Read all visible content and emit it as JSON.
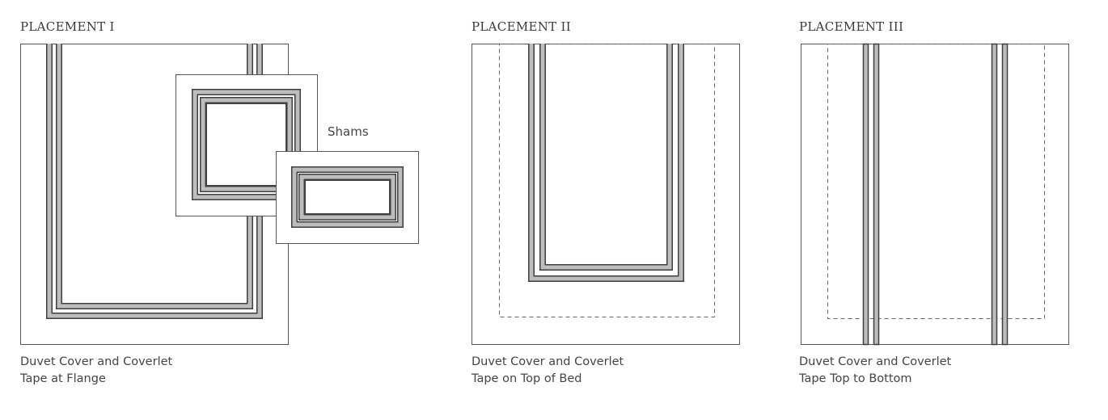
{
  "placements": [
    {
      "title": "PLACEMENT I",
      "caption_line1": "Duvet Cover and Coverlet",
      "caption_line2": "Tape at Flange",
      "callout": "Shams"
    },
    {
      "title": "PLACEMENT II",
      "caption_line1": "Duvet Cover and Coverlet",
      "caption_line2": "Tape on Top of Bed"
    },
    {
      "title": "PLACEMENT III",
      "caption_line1": "Duvet Cover and Coverlet",
      "caption_line2": "Tape Top to Bottom"
    }
  ],
  "colors": {
    "outline": "#555555",
    "tape_fill": "#b9b9b9",
    "tape_edge": "#3f3f3f",
    "dashed": "#666666"
  }
}
